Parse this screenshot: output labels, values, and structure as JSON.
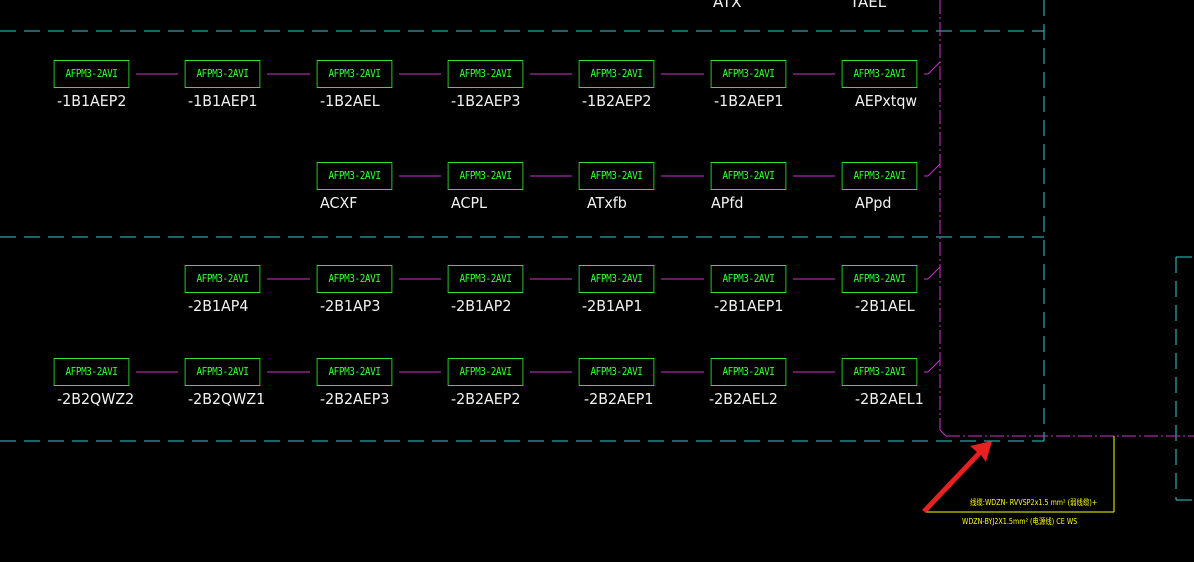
{
  "top_labels": [
    "ATX",
    "TAEL"
  ],
  "box_text": "AFPM3-2AVI",
  "rows": [
    {
      "id": "r1",
      "labels": [
        "-1B1AEP2",
        "-1B1AEP1",
        "-1B2AEL",
        "-1B2AEP3",
        "-1B2AEP2",
        "-1B2AEP1",
        "AEPxtqw"
      ]
    },
    {
      "id": "r2",
      "labels": [
        "ACXF",
        "ACPL",
        "ATxfb",
        "APfd",
        "APpd"
      ]
    },
    {
      "id": "r3",
      "labels": [
        "-2B1AP4",
        "-2B1AP3",
        "-2B1AP2",
        "-2B1AP1",
        "-2B1AEP1",
        "-2B1AEL"
      ]
    },
    {
      "id": "r4",
      "labels": [
        "-2B2QWZ2",
        "-2B2QWZ1",
        "-2B2AEP3",
        "-2B2AEP2",
        "-2B2AEP1",
        "-2B2AEL2",
        "-2B2AEL1"
      ]
    }
  ],
  "cable_note": {
    "line1": "线缆:WDZN- RVVSP2x1.5 mm² (弱线缆)+",
    "line2": "WDZN-BYJ2X1.5mm² (电源线) CE WS"
  },
  "colors": {
    "background": "#000000",
    "box": "#33e033",
    "bus_line": "#cc33cc",
    "dashed_line": "#33cccc",
    "label": "#f2f2f2",
    "note": "#ffff00",
    "arrow": "#e82020"
  }
}
